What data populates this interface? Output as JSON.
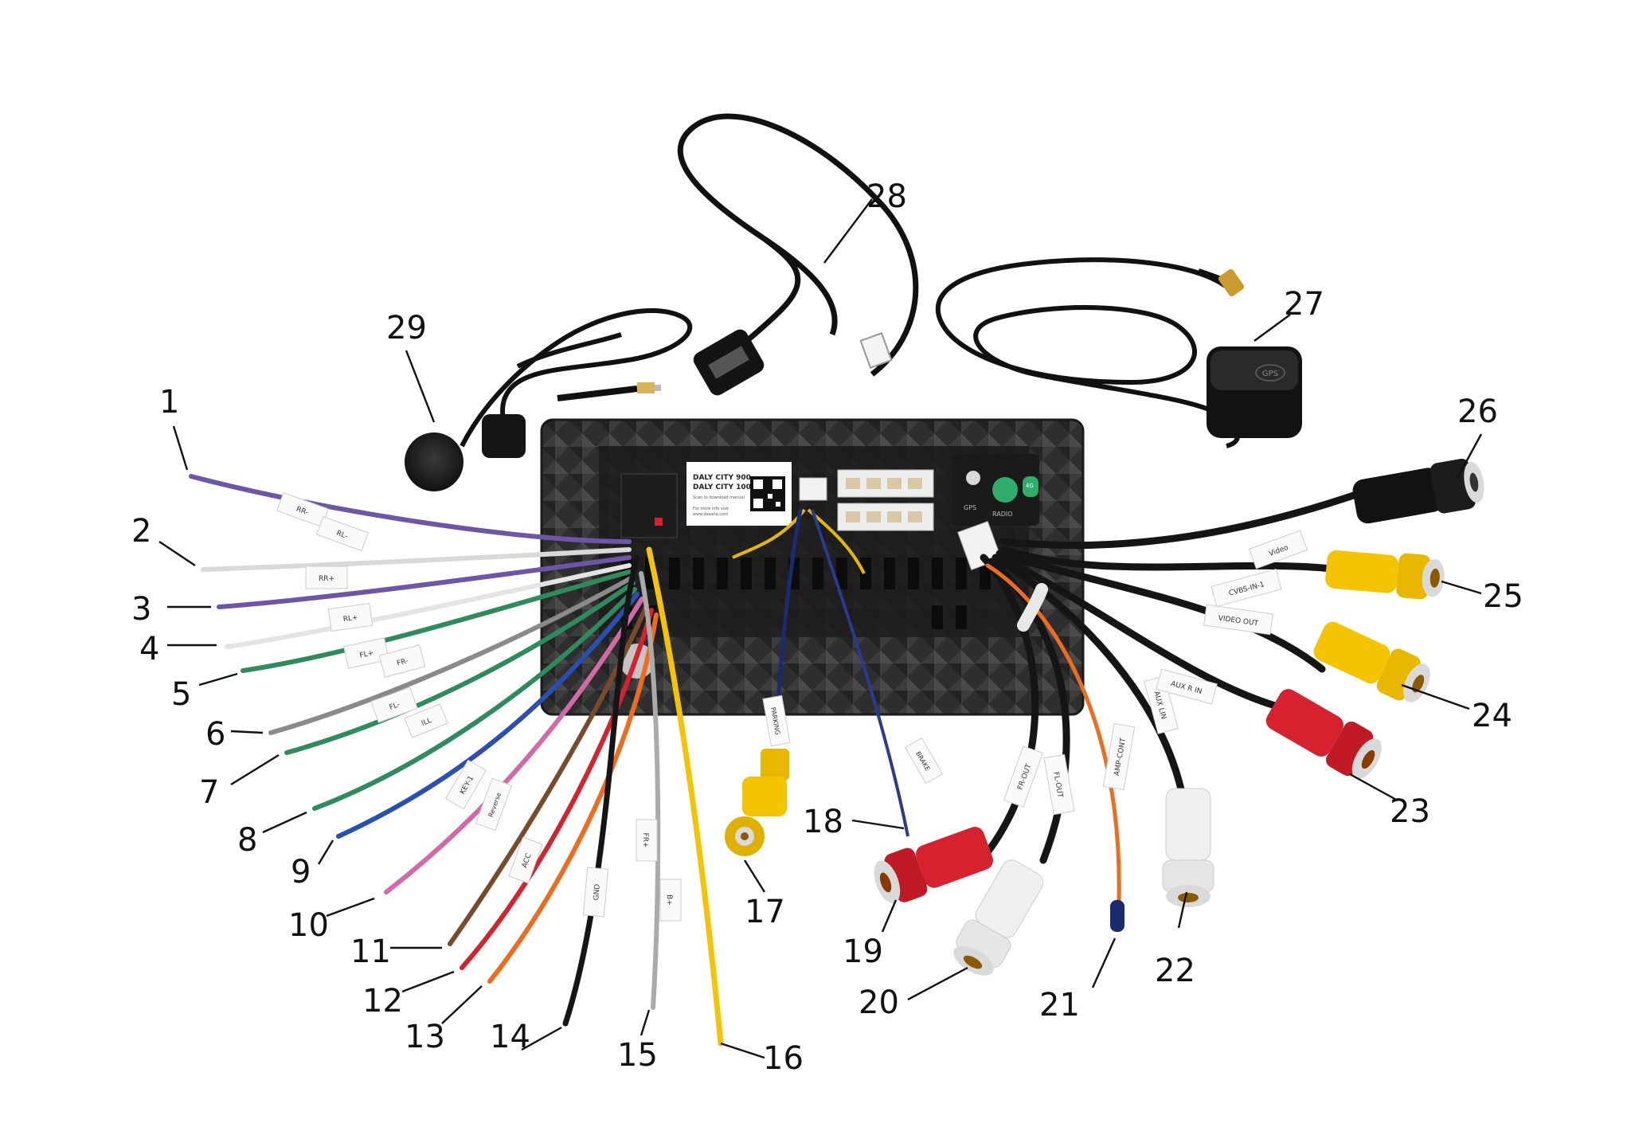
{
  "unit_label": {
    "line1": "DALY CITY 900",
    "line2": "DALY CITY 1000",
    "fine1": "Scan to download manual",
    "fine2": "For more info visit",
    "fine3": "www.dasaita.com"
  },
  "sockets": {
    "s1": "GPS",
    "s2": "RADIO",
    "s3": "4G"
  },
  "gps_module": {
    "mark": "GPS"
  },
  "wire_tags": {
    "rr_minus": "RR-",
    "rl_minus": "RL-",
    "rr_plus": "RR+",
    "rl_plus": "RL+",
    "fl_plus": "FL+",
    "fr_minus": "FR-",
    "fl_minus": "FL-",
    "key1": "KEY-1",
    "ill": "ILL",
    "reverse": "Reverse",
    "acc": "ACC",
    "gnd": "GND",
    "fr_plus": "FR+",
    "b_plus": "B+",
    "parking": "PARKING",
    "brake": "BRAKE",
    "amp_cont": "AMP-CONT",
    "fr_out": "FR-OUT",
    "fl_out": "FL-OUT",
    "aux_l": "AUX LIN",
    "aux_r": "AUX R IN",
    "video_out": "VIDEO OUT",
    "cvbs_in": "CVBS-IN-1",
    "video": "Video"
  },
  "callouts": [
    "1",
    "2",
    "3",
    "4",
    "5",
    "6",
    "7",
    "8",
    "9",
    "10",
    "11",
    "12",
    "13",
    "14",
    "15",
    "16",
    "17",
    "18",
    "19",
    "20",
    "21",
    "22",
    "23",
    "24",
    "25",
    "26",
    "27",
    "28",
    "29"
  ],
  "colors": {
    "purple": "#6d56a6",
    "white_wire": "#d9d9d9",
    "green": "#2f8a5e",
    "gray": "#8a8a8a",
    "blue": "#2a4fb0",
    "pink": "#d36aa8",
    "brown": "#7a4a2e",
    "red": "#d6212f",
    "orange": "#ef6c1e",
    "black": "#151515",
    "yellow": "#f5c400",
    "navy": "#2a3a8f",
    "unit": "#2b2b2b"
  }
}
